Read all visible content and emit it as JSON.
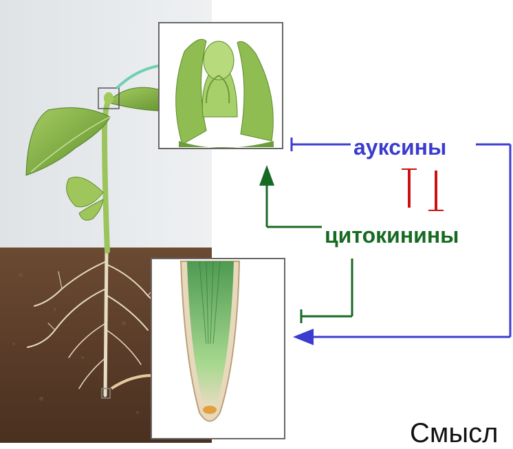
{
  "labels": {
    "auxins": "ауксины",
    "cytokinins": "цитокинины",
    "bottom_text": "Смысл"
  },
  "colors": {
    "auxin_arrow": "#3b3bd1",
    "cytokinin_arrow": "#166a22",
    "inhibition_bars": "#cc1111",
    "soil": "#5a3b26",
    "plant_green": "#8cb84a"
  }
}
